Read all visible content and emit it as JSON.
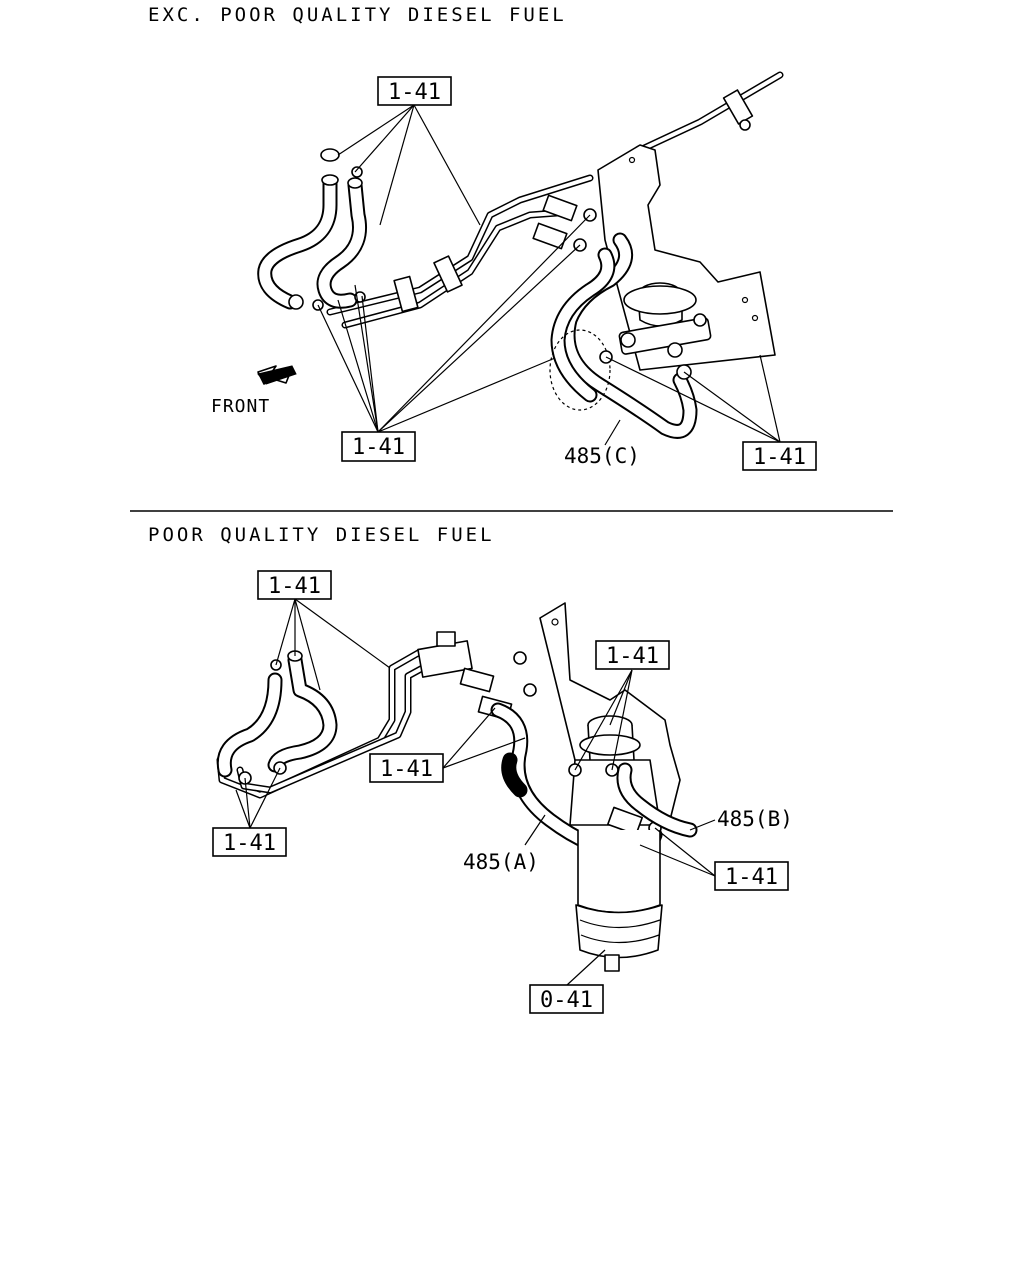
{
  "sections": [
    {
      "title": "EXC. POOR QUALITY DIESEL FUEL",
      "callouts": [
        "1-41",
        "1-41",
        "1-41"
      ],
      "labels": [
        "485(C)"
      ],
      "direction_label": "FRONT"
    },
    {
      "title": "POOR QUALITY DIESEL FUEL",
      "callouts": [
        "1-41",
        "1-41",
        "1-41",
        "1-41",
        "1-41",
        "0-41"
      ],
      "labels": [
        "485(A)",
        "485(B)"
      ]
    }
  ]
}
